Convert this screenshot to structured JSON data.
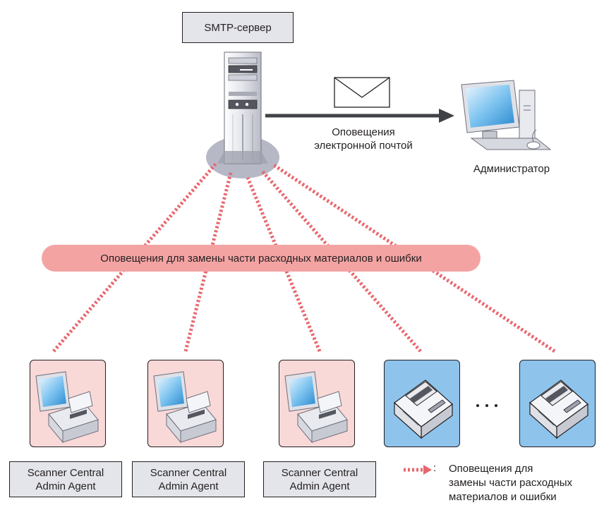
{
  "colors": {
    "dotted_line": "#e8676e",
    "banner_fill": "#f4a3a3",
    "tile_pink": "#f9d8d8",
    "tile_blue": "#8ec3ec",
    "label_fill": "#e4e5ea",
    "arrow": "#404246",
    "server_platform": "#b6b8c6"
  },
  "icons": {
    "server": "tower-server-icon",
    "mail": "envelope-icon",
    "admin": "desktop-computer-icon",
    "scanner_pc": "scanner-with-monitor-icon",
    "network_scanner": "network-scanner-icon"
  },
  "server": {
    "label": "SMTP-сервер"
  },
  "email_notice": {
    "line1": "Оповещения",
    "line2": "электронной почтой"
  },
  "admin": {
    "label": "Администратор"
  },
  "banner": {
    "text": "Оповещения для замены части расходных материалов и ошибки"
  },
  "agents": [
    {
      "line1": "Scanner Central",
      "line2": "Admin Agent"
    },
    {
      "line1": "Scanner Central",
      "line2": "Admin Agent"
    },
    {
      "line1": "Scanner Central",
      "line2": "Admin Agent"
    }
  ],
  "ellipsis": "· · ·",
  "legend": {
    "colon": ":",
    "line1": "Оповещения для",
    "line2": "замены части расходных",
    "line3": "материалов и ошибки"
  }
}
